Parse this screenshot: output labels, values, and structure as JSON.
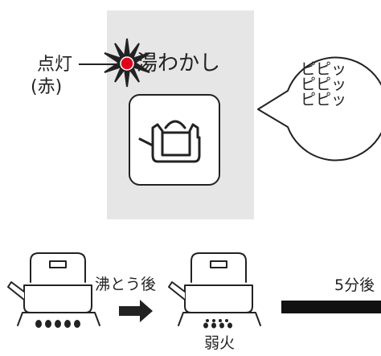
{
  "panel": {
    "lamp_label": "点灯",
    "lamp_color": "(赤)",
    "button_label": "湯わかし",
    "led_color": "#e0001b",
    "icon": "kettle-icon"
  },
  "bubble": {
    "lines": [
      "ピピッ",
      "ピピッ",
      "ピピッ"
    ]
  },
  "sequence": {
    "after_boil": "沸とう後",
    "low_flame": "弱火",
    "after_time": "5分後"
  },
  "icons": [
    "burst-icon",
    "led-icon",
    "kettle-icon",
    "right-arrow-icon",
    "flame-icon"
  ]
}
